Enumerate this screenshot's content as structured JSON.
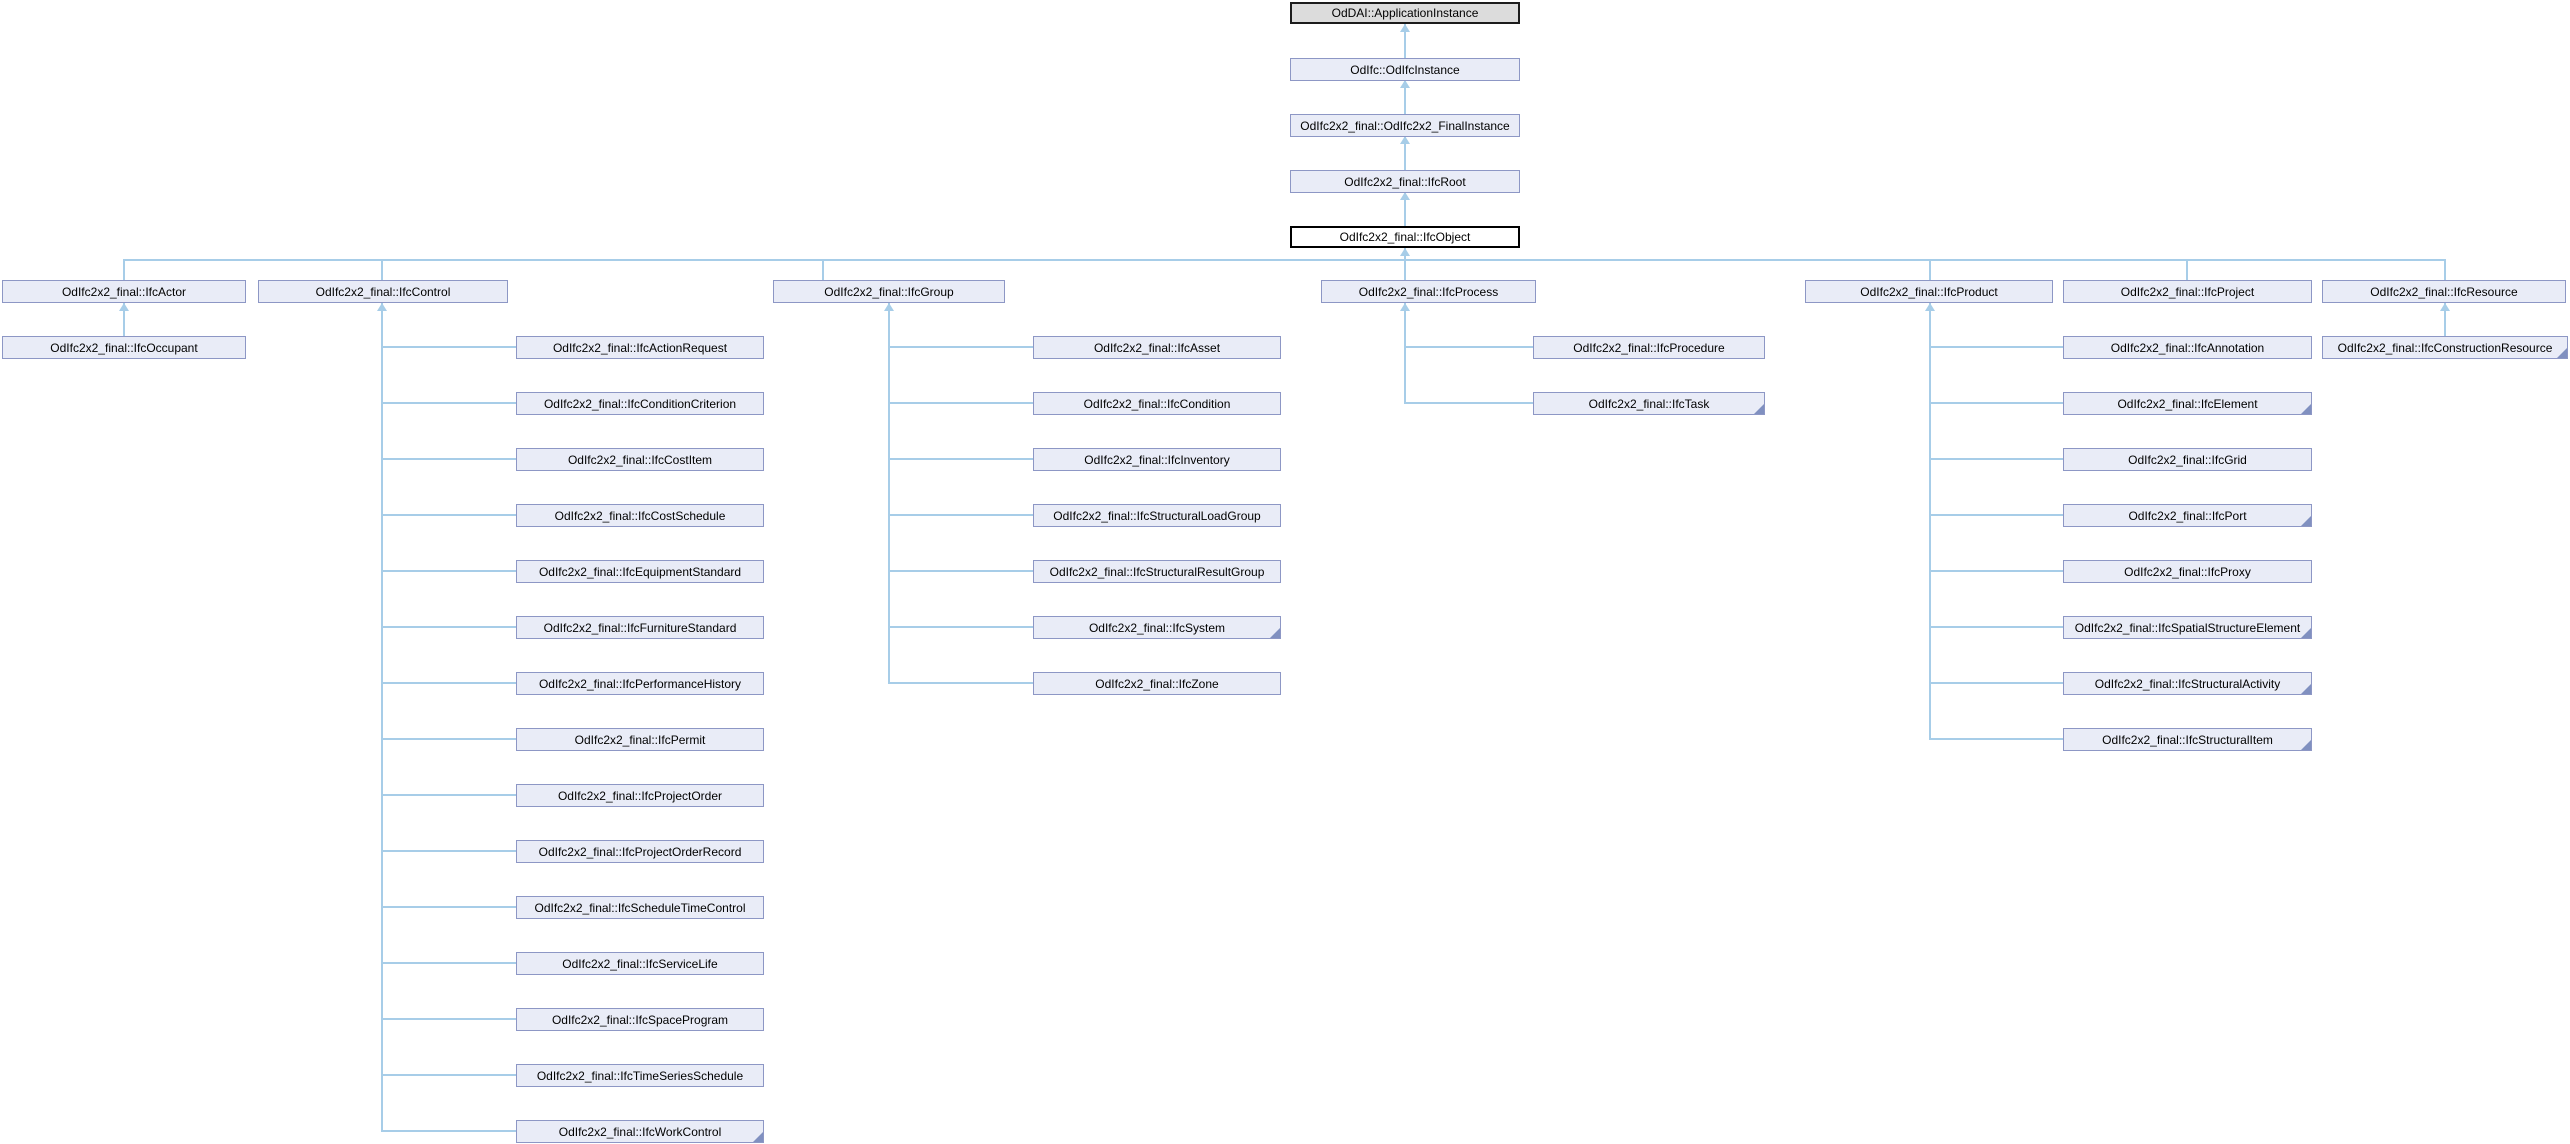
{
  "colors": {
    "bg": "#ffffff",
    "node_fill": "#e9ecf7",
    "node_border": "#8d97c5",
    "external_fill": "#dcdcdc",
    "external_border": "#1c1c1c",
    "current_fill": "#ffffff",
    "current_border": "#000000",
    "edge": "#a7cde8",
    "fold": "#8090c0",
    "text": "#000000"
  },
  "diagram_type": "class-inheritance-graph",
  "chain": [
    {
      "label": "OdDAI::ApplicationInstance",
      "style": "external"
    },
    {
      "label": "OdIfc::OdIfcInstance",
      "style": "default"
    },
    {
      "label": "OdIfc2x2_final::OdIfc2x2_FinalInstance",
      "style": "default"
    },
    {
      "label": "OdIfc2x2_final::IfcRoot",
      "style": "default"
    },
    {
      "label": "OdIfc2x2_final::IfcObject",
      "style": "current"
    }
  ],
  "branches": {
    "actor": {
      "label": "OdIfc2x2_final::IfcActor",
      "children": [
        {
          "label": "OdIfc2x2_final::IfcOccupant",
          "has_subclasses": false
        }
      ]
    },
    "control": {
      "label": "OdIfc2x2_final::IfcControl",
      "children": [
        {
          "label": "OdIfc2x2_final::IfcActionRequest",
          "has_subclasses": false
        },
        {
          "label": "OdIfc2x2_final::IfcConditionCriterion",
          "has_subclasses": false
        },
        {
          "label": "OdIfc2x2_final::IfcCostItem",
          "has_subclasses": false
        },
        {
          "label": "OdIfc2x2_final::IfcCostSchedule",
          "has_subclasses": false
        },
        {
          "label": "OdIfc2x2_final::IfcEquipmentStandard",
          "has_subclasses": false
        },
        {
          "label": "OdIfc2x2_final::IfcFurnitureStandard",
          "has_subclasses": false
        },
        {
          "label": "OdIfc2x2_final::IfcPerformanceHistory",
          "has_subclasses": false
        },
        {
          "label": "OdIfc2x2_final::IfcPermit",
          "has_subclasses": false
        },
        {
          "label": "OdIfc2x2_final::IfcProjectOrder",
          "has_subclasses": false
        },
        {
          "label": "OdIfc2x2_final::IfcProjectOrderRecord",
          "has_subclasses": false
        },
        {
          "label": "OdIfc2x2_final::IfcScheduleTimeControl",
          "has_subclasses": false
        },
        {
          "label": "OdIfc2x2_final::IfcServiceLife",
          "has_subclasses": false
        },
        {
          "label": "OdIfc2x2_final::IfcSpaceProgram",
          "has_subclasses": false
        },
        {
          "label": "OdIfc2x2_final::IfcTimeSeriesSchedule",
          "has_subclasses": false
        },
        {
          "label": "OdIfc2x2_final::IfcWorkControl",
          "has_subclasses": true
        }
      ]
    },
    "group": {
      "label": "OdIfc2x2_final::IfcGroup",
      "children": [
        {
          "label": "OdIfc2x2_final::IfcAsset",
          "has_subclasses": false
        },
        {
          "label": "OdIfc2x2_final::IfcCondition",
          "has_subclasses": false
        },
        {
          "label": "OdIfc2x2_final::IfcInventory",
          "has_subclasses": false
        },
        {
          "label": "OdIfc2x2_final::IfcStructuralLoadGroup",
          "has_subclasses": false
        },
        {
          "label": "OdIfc2x2_final::IfcStructuralResultGroup",
          "has_subclasses": false
        },
        {
          "label": "OdIfc2x2_final::IfcSystem",
          "has_subclasses": true
        },
        {
          "label": "OdIfc2x2_final::IfcZone",
          "has_subclasses": false
        }
      ]
    },
    "process": {
      "label": "OdIfc2x2_final::IfcProcess",
      "children": [
        {
          "label": "OdIfc2x2_final::IfcProcedure",
          "has_subclasses": false
        },
        {
          "label": "OdIfc2x2_final::IfcTask",
          "has_subclasses": true
        }
      ]
    },
    "product": {
      "label": "OdIfc2x2_final::IfcProduct",
      "children": [
        {
          "label": "OdIfc2x2_final::IfcAnnotation",
          "has_subclasses": false
        },
        {
          "label": "OdIfc2x2_final::IfcElement",
          "has_subclasses": true
        },
        {
          "label": "OdIfc2x2_final::IfcGrid",
          "has_subclasses": false
        },
        {
          "label": "OdIfc2x2_final::IfcPort",
          "has_subclasses": true
        },
        {
          "label": "OdIfc2x2_final::IfcProxy",
          "has_subclasses": false
        },
        {
          "label": "OdIfc2x2_final::IfcSpatialStructureElement",
          "has_subclasses": true
        },
        {
          "label": "OdIfc2x2_final::IfcStructuralActivity",
          "has_subclasses": true
        },
        {
          "label": "OdIfc2x2_final::IfcStructuralItem",
          "has_subclasses": true
        }
      ]
    },
    "project": {
      "label": "OdIfc2x2_final::IfcProject",
      "children": []
    },
    "resource": {
      "label": "OdIfc2x2_final::IfcResource",
      "children": [
        {
          "label": "OdIfc2x2_final::IfcConstructionResource",
          "has_subclasses": true
        }
      ]
    }
  }
}
